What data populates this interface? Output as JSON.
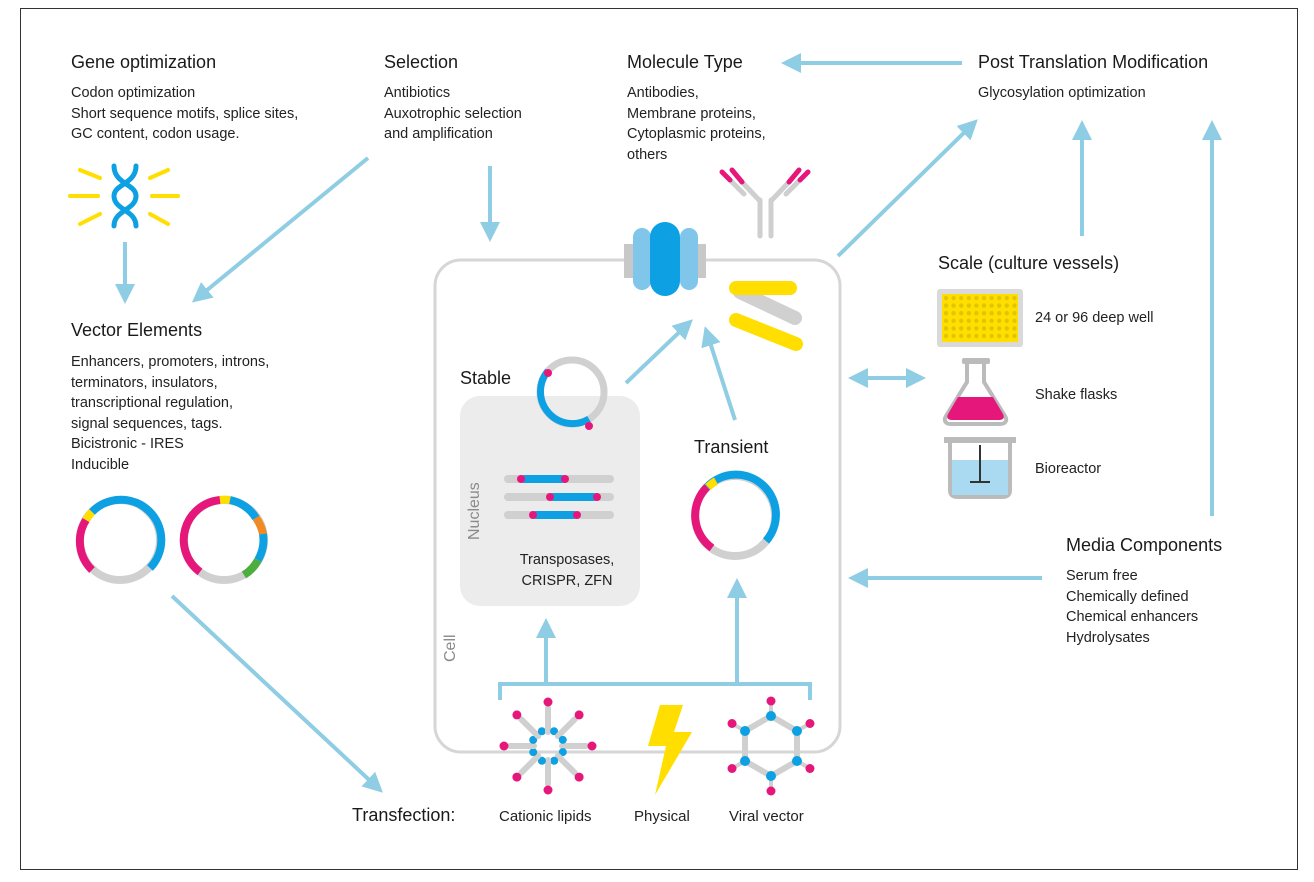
{
  "gene_optimization": {
    "title": "Gene optimization",
    "lines": [
      "Codon optimization",
      "Short sequence motifs, splice sites,",
      "GC content, codon usage."
    ]
  },
  "selection": {
    "title": "Selection",
    "lines": [
      "Antibiotics",
      "Auxotrophic selection",
      "and amplification"
    ]
  },
  "molecule_type": {
    "title": "Molecule Type",
    "lines": [
      "Antibodies,",
      "Membrane proteins,",
      "Cytoplasmic proteins,",
      "others"
    ]
  },
  "post_translation": {
    "title": "Post Translation Modification",
    "lines": [
      "Glycosylation optimization"
    ]
  },
  "vector_elements": {
    "title": "Vector Elements",
    "lines": [
      "Enhancers, promoters, introns,",
      "terminators, insulators,",
      "transcriptional regulation,",
      "signal sequences, tags.",
      "Bicistronic - IRES",
      "Inducible"
    ]
  },
  "cell": {
    "stable": "Stable",
    "transient": "Transient",
    "nucleus": "Nucleus",
    "cell": "Cell",
    "nucleus_tools": [
      "Transposases,",
      "CRISPR, ZFN"
    ]
  },
  "scale": {
    "title": "Scale (culture vessels)",
    "items": [
      "24 or 96 deep well",
      "Shake flasks",
      "Bioreactor"
    ]
  },
  "media": {
    "title": "Media Components",
    "lines": [
      "Serum free",
      "Chemically defined",
      "Chemical enhancers",
      "Hydrolysates"
    ]
  },
  "transfection": {
    "title": "Transfection:",
    "methods": [
      "Cationic lipids",
      "Physical",
      "Viral vector"
    ]
  },
  "colors": {
    "arrow": "#8ecde3",
    "blue": "#0da0e3",
    "pink": "#e6177b",
    "yellow": "#ffde00",
    "gray": "#d0d0d0",
    "orange": "#f08a24",
    "green": "#4cae3e"
  }
}
